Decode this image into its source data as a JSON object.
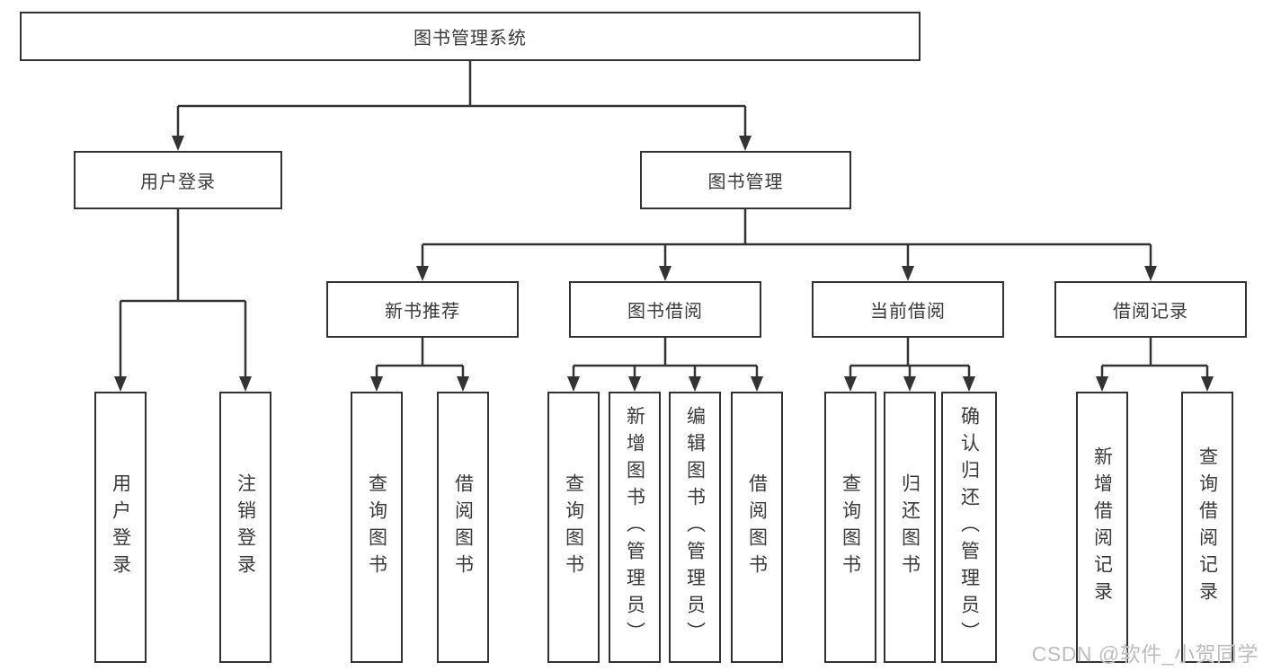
{
  "root": {
    "label": "图书管理系统"
  },
  "branches": {
    "user": {
      "label": "用户登录",
      "children": [
        "用户登录",
        "注销登录"
      ]
    },
    "book": {
      "label": "图书管理",
      "sections": [
        {
          "label": "新书推荐",
          "children": [
            "查询图书",
            "借阅图书"
          ]
        },
        {
          "label": "图书借阅",
          "children": [
            "查询图书",
            "新增图书（管理员）",
            "编辑图书（管理员）",
            "借阅图书"
          ]
        },
        {
          "label": "当前借阅",
          "children": [
            "查询图书",
            "归还图书",
            "确认归还（管理员）"
          ]
        },
        {
          "label": "借阅记录",
          "children": [
            "新增借阅记录",
            "查询借阅记录"
          ]
        }
      ]
    }
  },
  "colors": {
    "line": "#333333",
    "text": "#3a3a3a",
    "watermark": "#bdbdbd",
    "background": "#ffffff"
  },
  "watermark": "CSDN @软件_小贺同学"
}
